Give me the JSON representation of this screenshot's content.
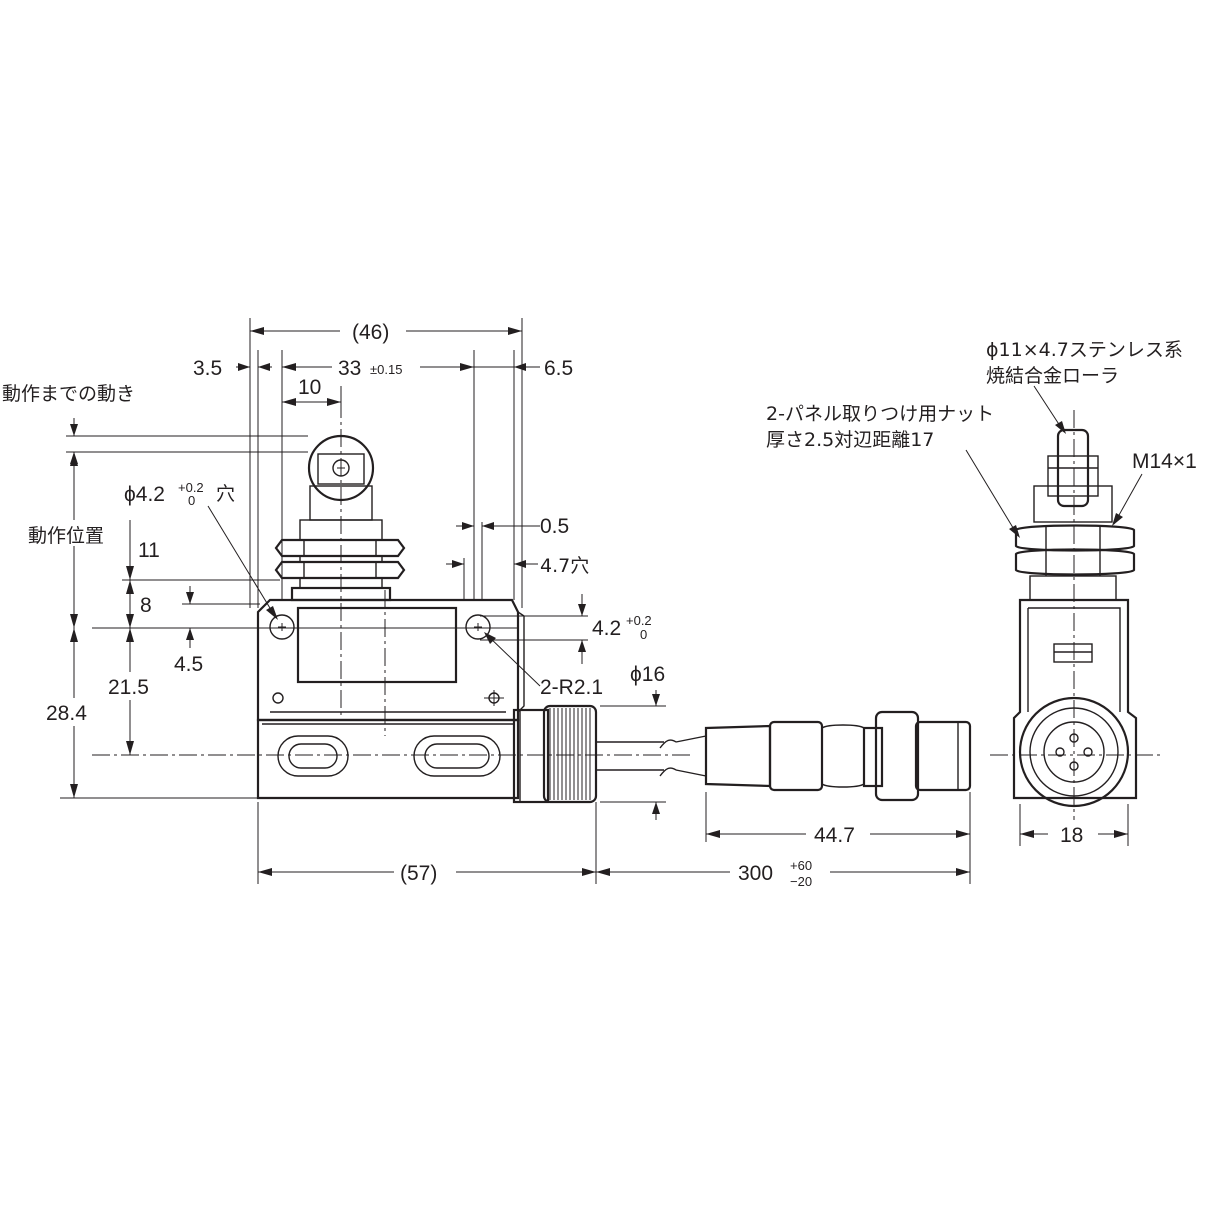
{
  "dims": {
    "overall_46": "(46)",
    "left_3_5": "3.5",
    "pitch_33": "33",
    "pitch_tol": "±0.15",
    "right_6_5": "6.5",
    "roller_10": "10",
    "hole_phi": "ϕ4.2",
    "hole_tol_upper": "+0.2",
    "hole_tol_lower": "0",
    "hole_suffix": "穴",
    "gap_0_5": "0.5",
    "slot_4_7": "4.7穴",
    "slot_height": "4.2",
    "slot_tol_upper": "+0.2",
    "slot_tol_lower": "0",
    "radius": "2-R2.1",
    "dim_11": "11",
    "dim_8": "8",
    "dim_4_5": "4.5",
    "dim_21_5": "21.5",
    "dim_28_4": "28.4",
    "phi16": "ϕ16",
    "length_57": "(57)",
    "cable_300": "300",
    "cable_tol_upper": "+60",
    "cable_tol_lower": "−20",
    "connector_44_7": "44.7",
    "width_18": "18"
  },
  "labels": {
    "pretravel": "動作までの動き",
    "operating_position": "動作位置",
    "roller_line1": "ϕ11×4.7ステンレス系",
    "roller_line2": "焼結合金ローラ",
    "nut_line1": "2-パネル取りつけ用ナット",
    "nut_line2": "厚さ2.5対辺距離17",
    "thread": "M14×1"
  }
}
